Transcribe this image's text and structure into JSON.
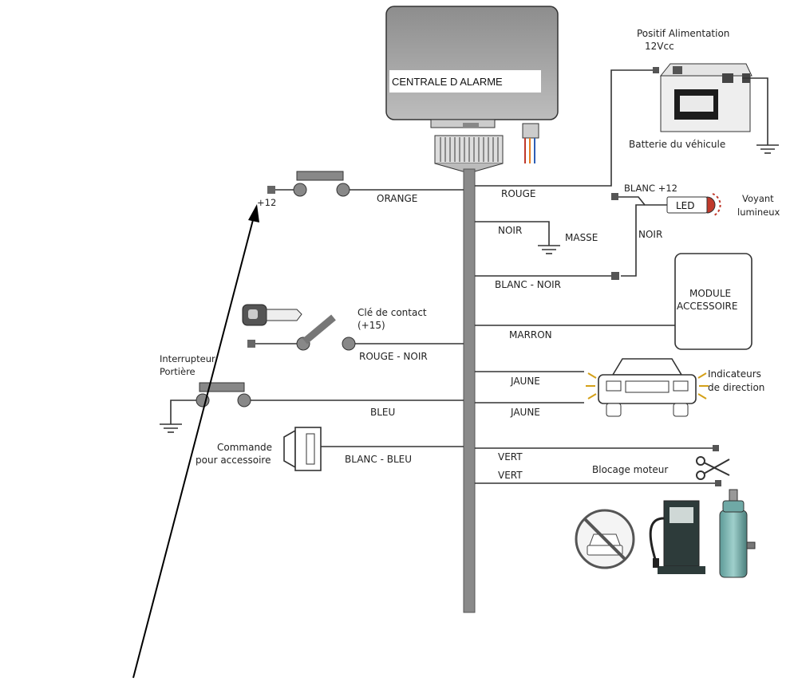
{
  "alarm_unit": {
    "label": "CENTRALE D ALARME"
  },
  "battery": {
    "title_line1": "Positif Alimentation",
    "title_line2": "12Vcc",
    "caption": "Batterie du véhicule"
  },
  "wires": {
    "orange": "ORANGE",
    "rouge": "ROUGE",
    "noir": "NOIR",
    "masse": "MASSE",
    "blanc_noir": "BLANC - NOIR",
    "marron": "MARRON",
    "rouge_noir": "ROUGE - NOIR",
    "jaune_1": "JAUNE",
    "jaune_2": "JAUNE",
    "bleu": "BLEU",
    "blanc_bleu": "BLANC - BLEU",
    "vert_1": "VERT",
    "vert_2": "VERT",
    "noir_led": "NOIR"
  },
  "led": {
    "label": "LED",
    "supply": "BLANC +12",
    "title_line1": "Voyant",
    "title_line2": "lumineux"
  },
  "plus12": "+12",
  "ignition": {
    "line1": "Clé de contact",
    "line2": "(+15)"
  },
  "door_switch": {
    "line1": "Interrupteur",
    "line2": "Portière"
  },
  "accessory_module": {
    "line1": "MODULE",
    "line2": "ACCESSOIRE"
  },
  "indicators": {
    "line1": "Indicateurs",
    "line2": "de direction"
  },
  "accessory_command": {
    "line1": "Commande",
    "line2": "pour accessoire"
  },
  "engine_block": "Blocage moteur"
}
